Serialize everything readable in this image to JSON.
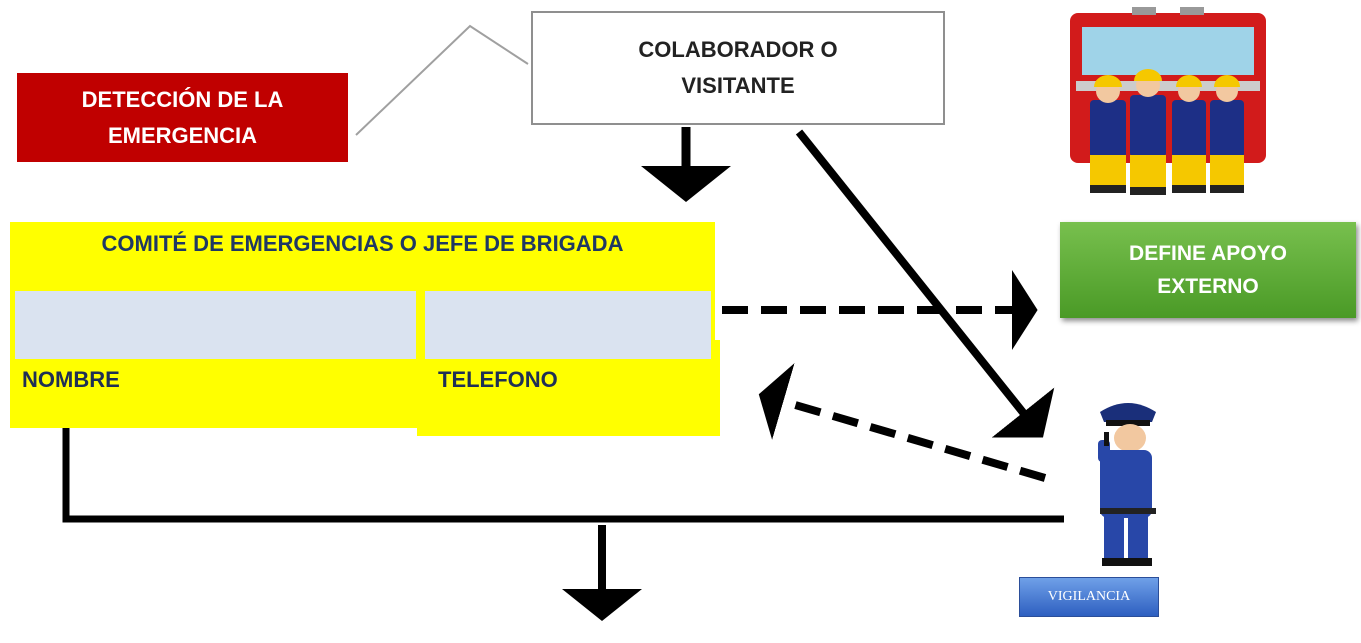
{
  "diagram": {
    "detection": {
      "label": "DETECCIÓN DE LA EMERGENCIA",
      "color": "#c00000"
    },
    "collaborator": {
      "label": "COLABORADOR O VISITANTE"
    },
    "committee": {
      "title": "COMITÉ DE EMERGENCIAS O JEFE DE BRIGADA",
      "name_label": "NOMBRE",
      "phone_label": "TELEFONO",
      "name_value": "",
      "phone_value": "",
      "color": "#ffff00"
    },
    "external_support": {
      "label": "DEFINE APOYO EXTERNO",
      "color": "#5aad32"
    },
    "security": {
      "label": "VIGILANCIA",
      "color": "#3a6fd0"
    },
    "illustrations": {
      "firefighters": "firefighters-with-fire-truck",
      "guard": "security-guard-on-radio"
    }
  }
}
